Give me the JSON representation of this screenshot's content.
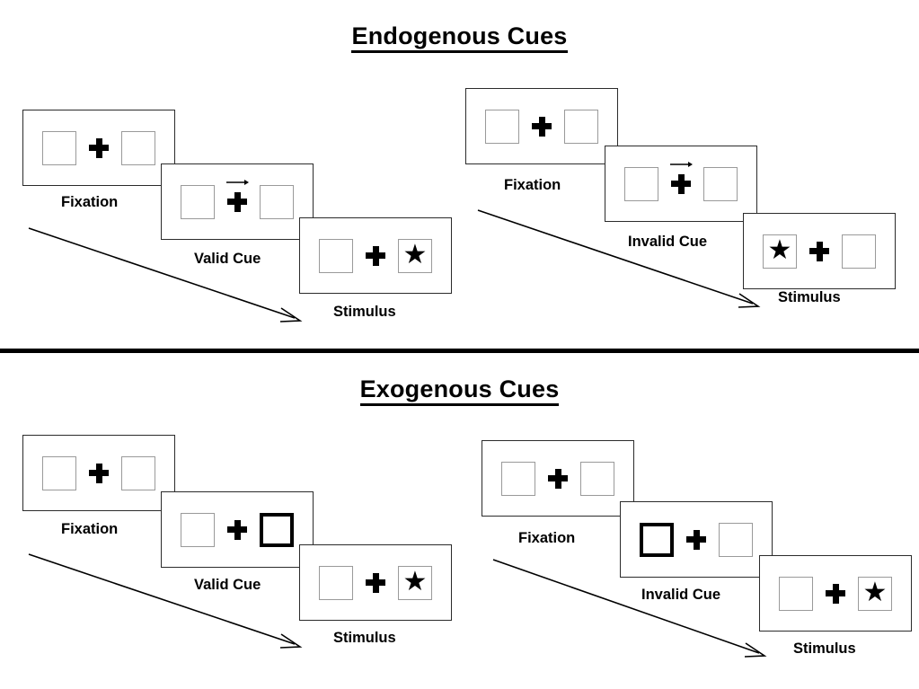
{
  "figure": {
    "sections": [
      {
        "id": "endogenous",
        "title": "Endogenous Cues",
        "sequences": [
          {
            "id": "endogenous-valid",
            "frames": [
              {
                "caption": "Fixation",
                "cue": "none",
                "left_box": "empty",
                "right_box": "empty",
                "target": "none"
              },
              {
                "caption": "Valid Cue",
                "cue": "arrow-right",
                "left_box": "empty",
                "right_box": "empty",
                "target": "none"
              },
              {
                "caption": "Stimulus",
                "cue": "none",
                "left_box": "empty",
                "right_box": "star",
                "target": "right"
              }
            ],
            "flow_label": "time-flow-arrow"
          },
          {
            "id": "endogenous-invalid",
            "frames": [
              {
                "caption": "Fixation",
                "cue": "none",
                "left_box": "empty",
                "right_box": "empty",
                "target": "none"
              },
              {
                "caption": "Invalid Cue",
                "cue": "arrow-right",
                "left_box": "empty",
                "right_box": "empty",
                "target": "none"
              },
              {
                "caption": "Stimulus",
                "cue": "none",
                "left_box": "star",
                "right_box": "empty",
                "target": "left"
              }
            ],
            "flow_label": "time-flow-arrow"
          }
        ]
      },
      {
        "id": "exogenous",
        "title": "Exogenous Cues",
        "sequences": [
          {
            "id": "exogenous-valid",
            "frames": [
              {
                "caption": "Fixation",
                "cue": "none",
                "left_box": "empty",
                "right_box": "empty",
                "target": "none"
              },
              {
                "caption": "Valid Cue",
                "cue": "box-highlight",
                "left_box": "empty",
                "right_box": "highlight",
                "target": "none"
              },
              {
                "caption": "Stimulus",
                "cue": "none",
                "left_box": "empty",
                "right_box": "star",
                "target": "right"
              }
            ],
            "flow_label": "time-flow-arrow"
          },
          {
            "id": "exogenous-invalid",
            "frames": [
              {
                "caption": "Fixation",
                "cue": "none",
                "left_box": "empty",
                "right_box": "empty",
                "target": "none"
              },
              {
                "caption": "Invalid Cue",
                "cue": "box-highlight",
                "left_box": "highlight",
                "right_box": "empty",
                "target": "none"
              },
              {
                "caption": "Stimulus",
                "cue": "none",
                "left_box": "empty",
                "right_box": "star",
                "target": "right"
              }
            ],
            "flow_label": "time-flow-arrow"
          }
        ]
      }
    ],
    "glyphs": {
      "star": "★",
      "fixation_cross": "plus-cross",
      "cue_arrow": "arrow-right-icon"
    },
    "colors": {
      "ink": "#000000",
      "panel_border": "#2b2b2b",
      "box_border": "#9a9a9a",
      "box_border_highlight": "#000000",
      "background": "#ffffff"
    }
  }
}
